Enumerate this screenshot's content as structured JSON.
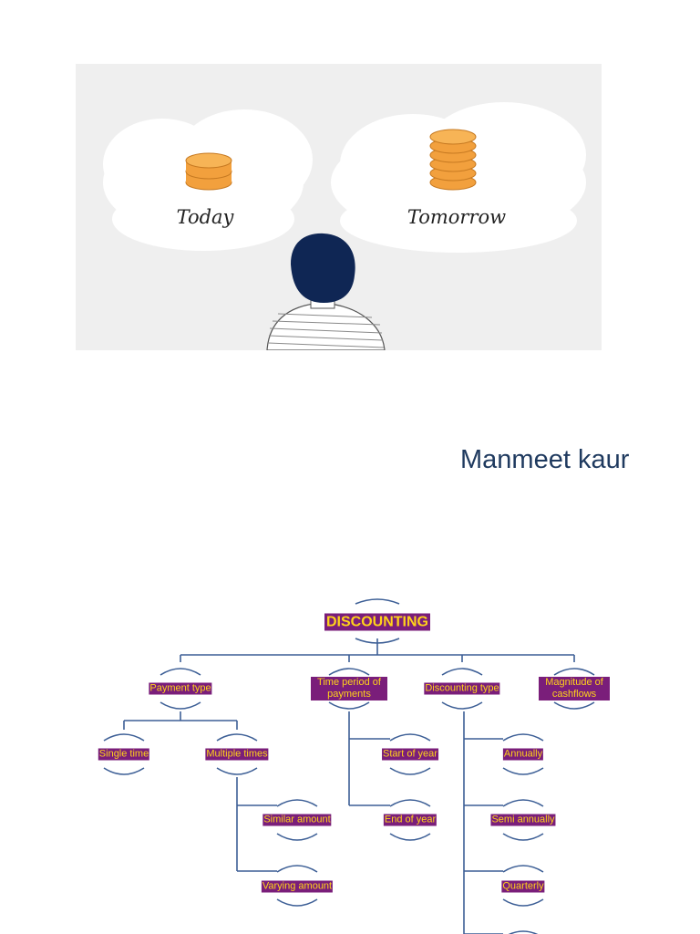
{
  "illustration": {
    "left_label": "Today",
    "right_label": "Tomorrow"
  },
  "author": "Manmeet kaur",
  "diagram": {
    "root": "DISCOUNTING",
    "branches": {
      "payment_type": {
        "label": "Payment type",
        "children": {
          "single": "Single time",
          "multiple": {
            "label": "Multiple times",
            "children": [
              "Similar amount",
              "Varying amount"
            ]
          }
        }
      },
      "time_period": {
        "label": "Time period of payments",
        "children": [
          "Start of year",
          "End of year"
        ]
      },
      "discounting_type": {
        "label": "Discounting type",
        "children": [
          "Annually",
          "Semi annually",
          "Quarterly"
        ]
      },
      "magnitude": {
        "label": "Magnitude of cashflows"
      }
    }
  },
  "colors": {
    "label_bg": "#7a1e7a",
    "label_text": "#ffd21a",
    "line": "#3d5f96",
    "author_text": "#1f3a5f",
    "coin": "#f2a03d"
  }
}
